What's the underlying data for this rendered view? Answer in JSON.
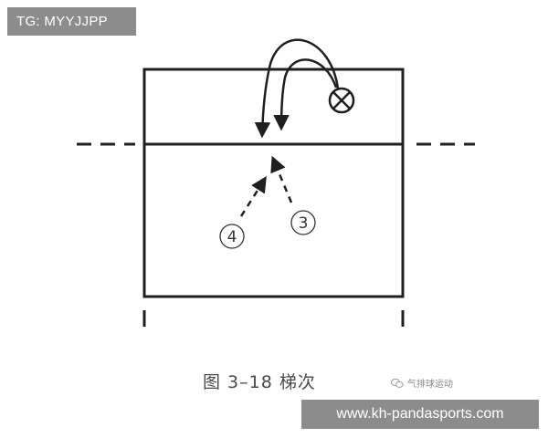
{
  "watermark_tag": "TG: MYYJJPP",
  "caption": "图 3–18   梯次",
  "source_mark": {
    "icon": "wechat-icon",
    "text": "气排球运动"
  },
  "url_banner": "www.kh-pandasports.com",
  "players": [
    {
      "label": "4"
    },
    {
      "label": "3"
    }
  ],
  "colors": {
    "line": "#1f1f1f",
    "banner_bg": "#8c8c8c",
    "banner_text": "#ffffff"
  }
}
